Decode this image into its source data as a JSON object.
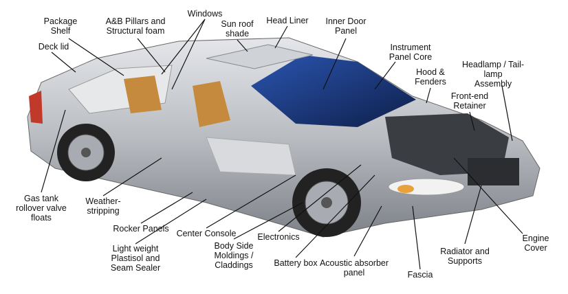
{
  "labels": {
    "package_shelf": "Package\nShelf",
    "deck_lid": "Deck lid",
    "ab_pillars": "A&B Pillars and\nStructural foam",
    "windows": "Windows",
    "sun_roof": "Sun roof\nshade",
    "head_liner": "Head Liner",
    "inner_door": "Inner Door\nPanel",
    "instrument_panel": "Instrument\nPanel Core",
    "hood_fenders": "Hood &\nFenders",
    "headlamp": "Headlamp / Tail-lamp\nAssembly",
    "front_end": "Front-end\nRetainer",
    "gas_tank": "Gas tank\nrollover valve\nfloats",
    "weather": "Weather-\nstripping",
    "rocker": "Rocker Panels",
    "plastisol": "Light weight\nPlastisol and\nSeam Sealer",
    "console": "Center Console",
    "moldings": "Body Side\nMoldings /\nCladdings",
    "electronics": "Electronics",
    "battery": "Battery box",
    "acoustic": "Acoustic absorber\npanel",
    "fascia": "Fascia",
    "radiator": "Radiator and\nSupports",
    "engine_cover": "Engine Cover"
  },
  "colors": {
    "body": "#b9bcc1",
    "glass": "#1f3f86",
    "seat": "#c58a3e"
  }
}
